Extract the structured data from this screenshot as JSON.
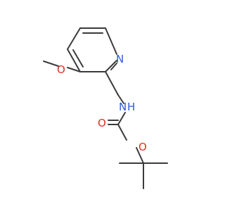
{
  "molecule": {
    "atoms": {
      "ring_n": {
        "label": "N",
        "color": "#2f5bd3"
      },
      "ether_o": {
        "label": "O",
        "color": "#e0301e"
      },
      "amine_n": {
        "label": "N",
        "color": "#2f5bd3"
      },
      "amine_h": {
        "label": "H",
        "color": "#2f5bd3"
      },
      "carbonyl_o": {
        "label": "O",
        "color": "#e0301e"
      },
      "ester_o": {
        "label": "O",
        "color": "#e0301e"
      }
    },
    "bond_color": "#3b3b3b"
  }
}
